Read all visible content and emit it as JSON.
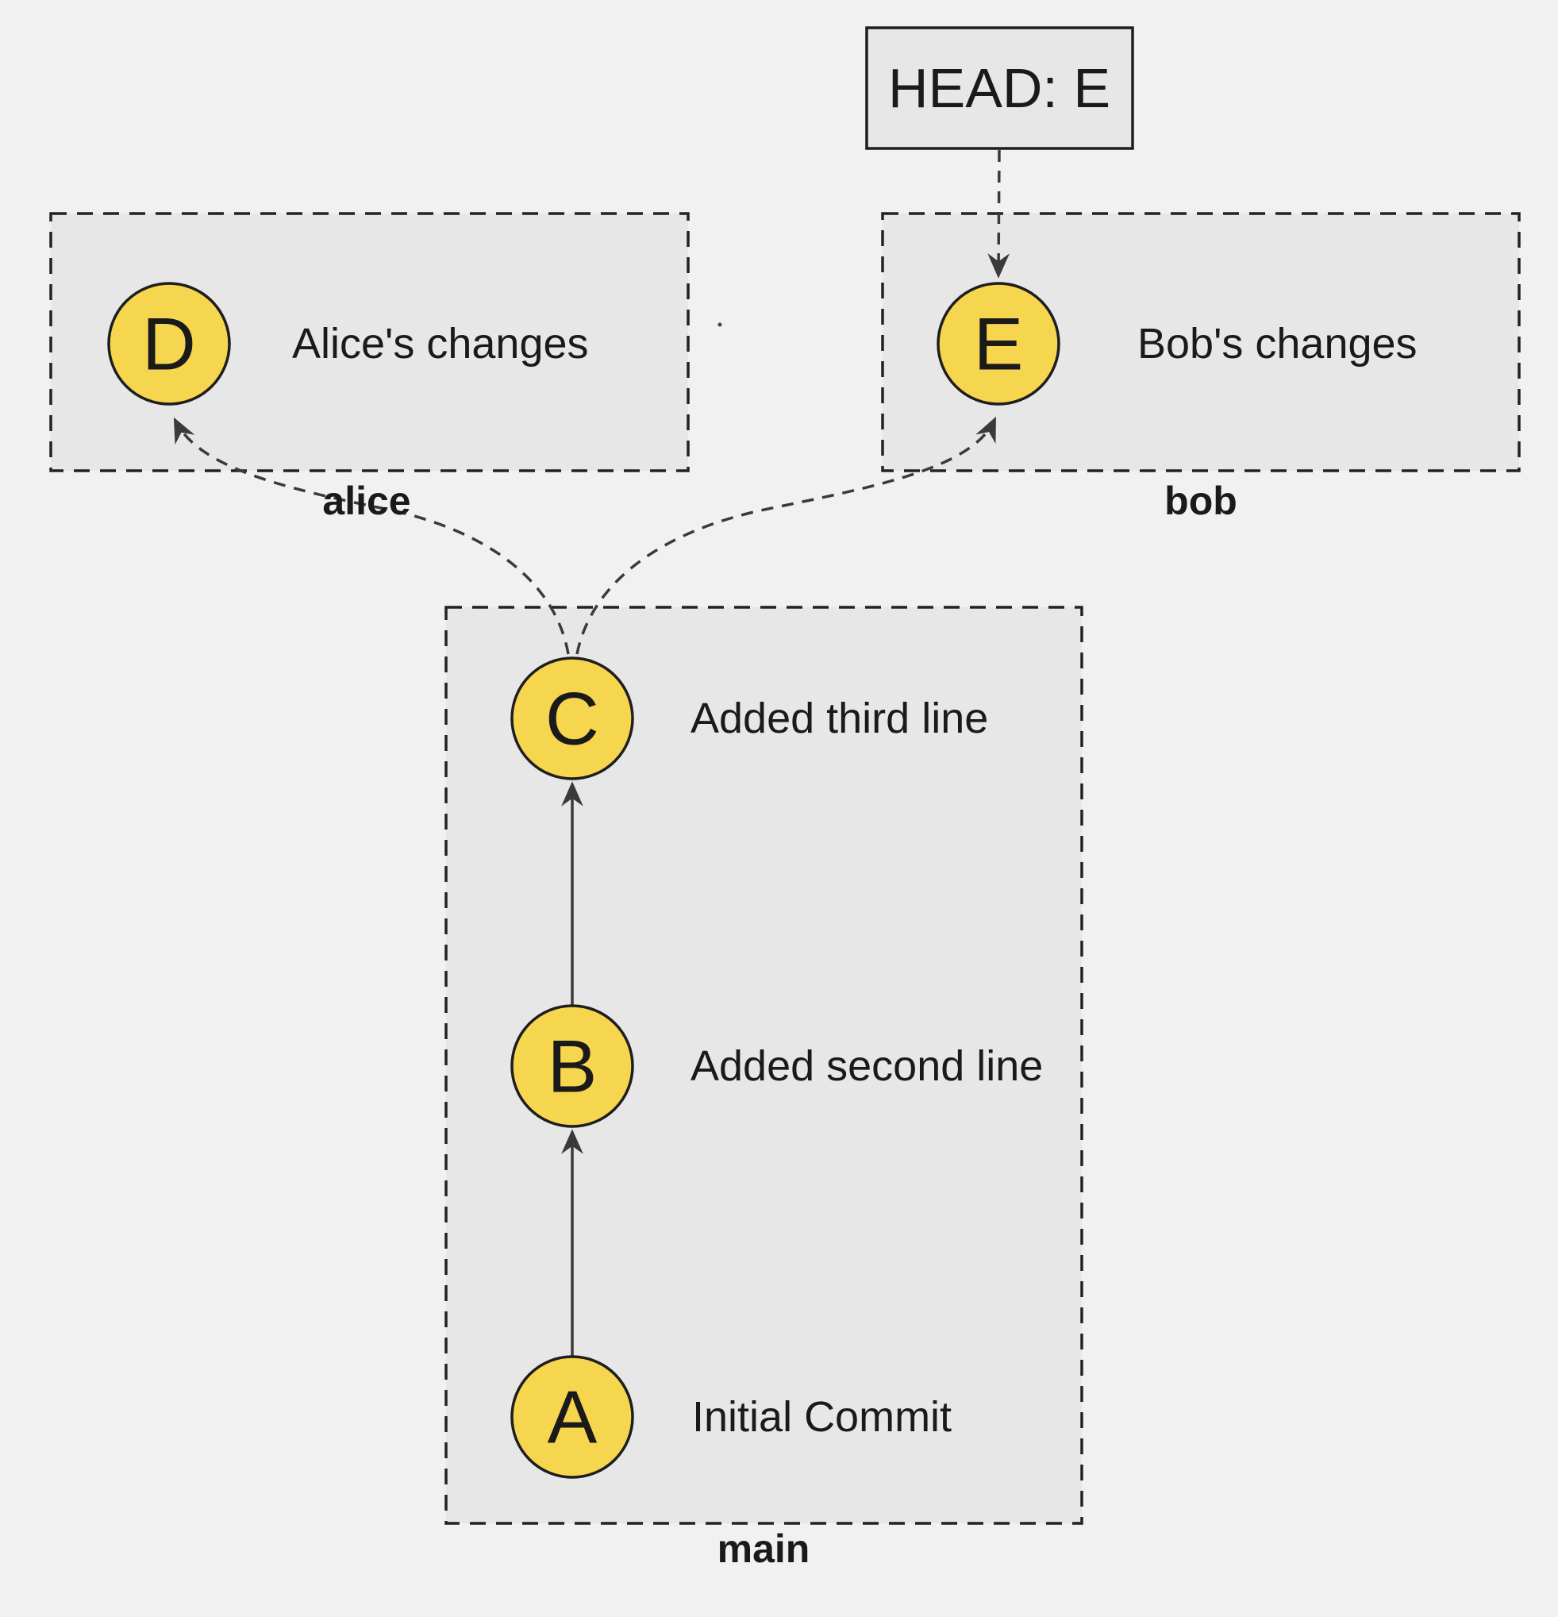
{
  "diagram_title": "git commit graph with diverging branches",
  "colors": {
    "background": "#f1f1f1",
    "box_fill": "#e7e7e7",
    "node_fill": "#f6d54f",
    "node_stroke": "#1e1e1e",
    "line": "#3a3a3a",
    "text": "#1a1a1a"
  },
  "head": {
    "label": "HEAD: E",
    "points_to": "E"
  },
  "branches": [
    {
      "label": "alice",
      "commits": [
        {
          "id": "D",
          "message": "Alice's changes"
        }
      ]
    },
    {
      "label": "bob",
      "commits": [
        {
          "id": "E",
          "message": "Bob's changes"
        }
      ]
    },
    {
      "label": "main",
      "commits": [
        {
          "id": "C",
          "message": "Added third line"
        },
        {
          "id": "B",
          "message": "Added second line"
        },
        {
          "id": "A",
          "message": "Initial Commit"
        }
      ]
    }
  ],
  "edges": [
    {
      "from": "A",
      "to": "B",
      "style": "solid"
    },
    {
      "from": "B",
      "to": "C",
      "style": "solid"
    },
    {
      "from": "C",
      "to": "D",
      "style": "dashed"
    },
    {
      "from": "C",
      "to": "E",
      "style": "dashed"
    },
    {
      "from": "HEAD",
      "to": "E",
      "style": "dashed"
    }
  ]
}
